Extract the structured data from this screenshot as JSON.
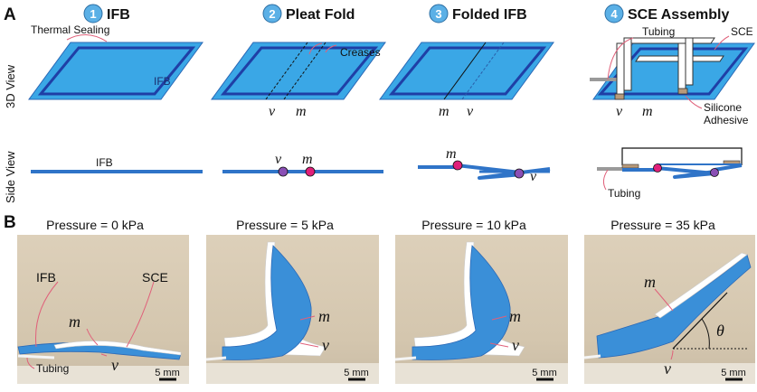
{
  "panel_a": {
    "label": "A",
    "steps": [
      {
        "num": "1",
        "title": "IFB"
      },
      {
        "num": "2",
        "title": "Pleat Fold"
      },
      {
        "num": "3",
        "title": "Folded IFB"
      },
      {
        "num": "4",
        "title": "SCE Assembly"
      }
    ],
    "row_labels": {
      "top": "3D View",
      "bottom": "Side View"
    },
    "annotations": {
      "thermal_sealing": "Thermal Sealing",
      "ifb": "IFB",
      "creases": "Creases",
      "tubing": "Tubing",
      "sce": "SCE",
      "silicone": "Silicone",
      "adhesive": "Adhesive",
      "v": "v",
      "m": "m"
    }
  },
  "panel_b": {
    "label": "B",
    "photos": [
      {
        "pressure": "Pressure = 0 kPa",
        "scale": "5 mm"
      },
      {
        "pressure": "Pressure = 5 kPa",
        "scale": "5 mm"
      },
      {
        "pressure": "Pressure = 10 kPa",
        "scale": "5 mm"
      },
      {
        "pressure": "Pressure = 35 kPa",
        "scale": "5 mm"
      }
    ],
    "labels": {
      "ifb": "IFB",
      "sce": "SCE",
      "tubing": "Tubing",
      "m": "m",
      "v": "v",
      "theta": "θ"
    }
  },
  "colors": {
    "strip_fill": "#3aa7e6",
    "strip_border": "#1f3fa6",
    "side_blue": "#2f74c8",
    "point_m": "#e0207a",
    "point_v": "#8a4fb5",
    "leader": "#e0607a",
    "badge": "#5bb0e6",
    "photo_bg": "#d9cbb4",
    "actuator": "#3a8fd8"
  }
}
